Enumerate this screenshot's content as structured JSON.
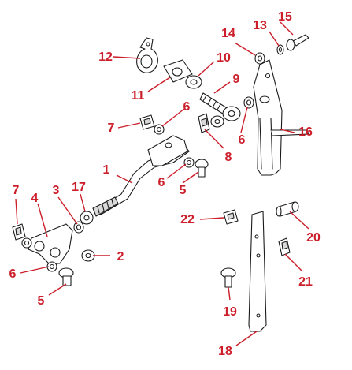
{
  "colors": {
    "callout": "#cc1f2b",
    "line": "#1a1a1a",
    "part_fill": "#ffffff",
    "shade": "#d9d9d9"
  },
  "callouts": {
    "c1": "1",
    "c2": "2",
    "c3": "3",
    "c4": "4",
    "c5a": "5",
    "c5b": "5",
    "c6a": "6",
    "c6b": "6",
    "c6c": "6",
    "c6d": "6",
    "c7a": "7",
    "c7b": "7",
    "c8": "8",
    "c9": "9",
    "c10": "10",
    "c11": "11",
    "c12": "12",
    "c13": "13",
    "c14": "14",
    "c15": "15",
    "c16": "16",
    "c17": "17",
    "c18": "18",
    "c19": "19",
    "c20": "20",
    "c21": "21",
    "c22": "22"
  }
}
